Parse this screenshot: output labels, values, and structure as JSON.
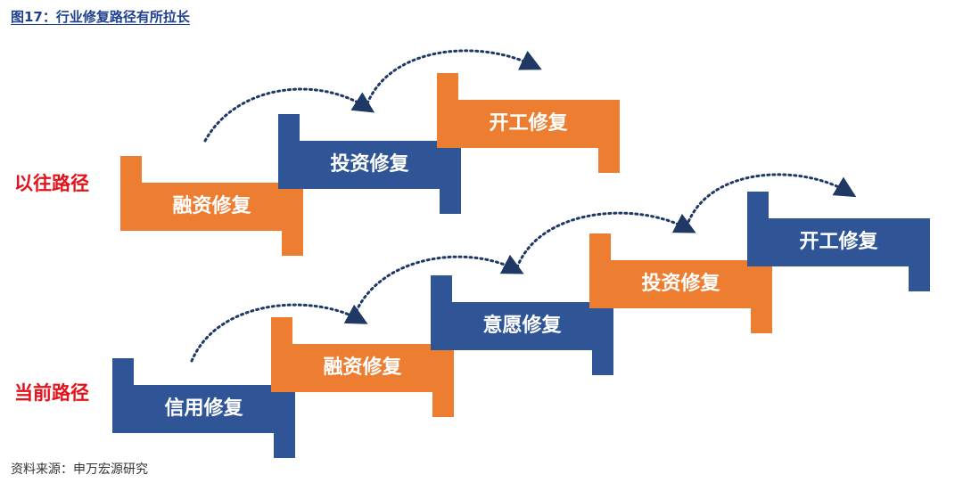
{
  "title": "图17：行业修复路径有所拉长",
  "paths": {
    "previous": {
      "label": "以往路径",
      "steps": [
        "融资修复",
        "投资修复",
        "开工修复"
      ]
    },
    "current": {
      "label": "当前路径",
      "steps": [
        "信用修复",
        "融资修复",
        "意愿修复",
        "投资修复",
        "开工修复"
      ]
    }
  },
  "source": "资料来源：申万宏源研究",
  "colors": {
    "orange": "#ed7d31",
    "blue": "#2f5597",
    "label_red": "#e3121b",
    "title_blue": "#1f3f8f",
    "arrow": "#1f3864"
  }
}
